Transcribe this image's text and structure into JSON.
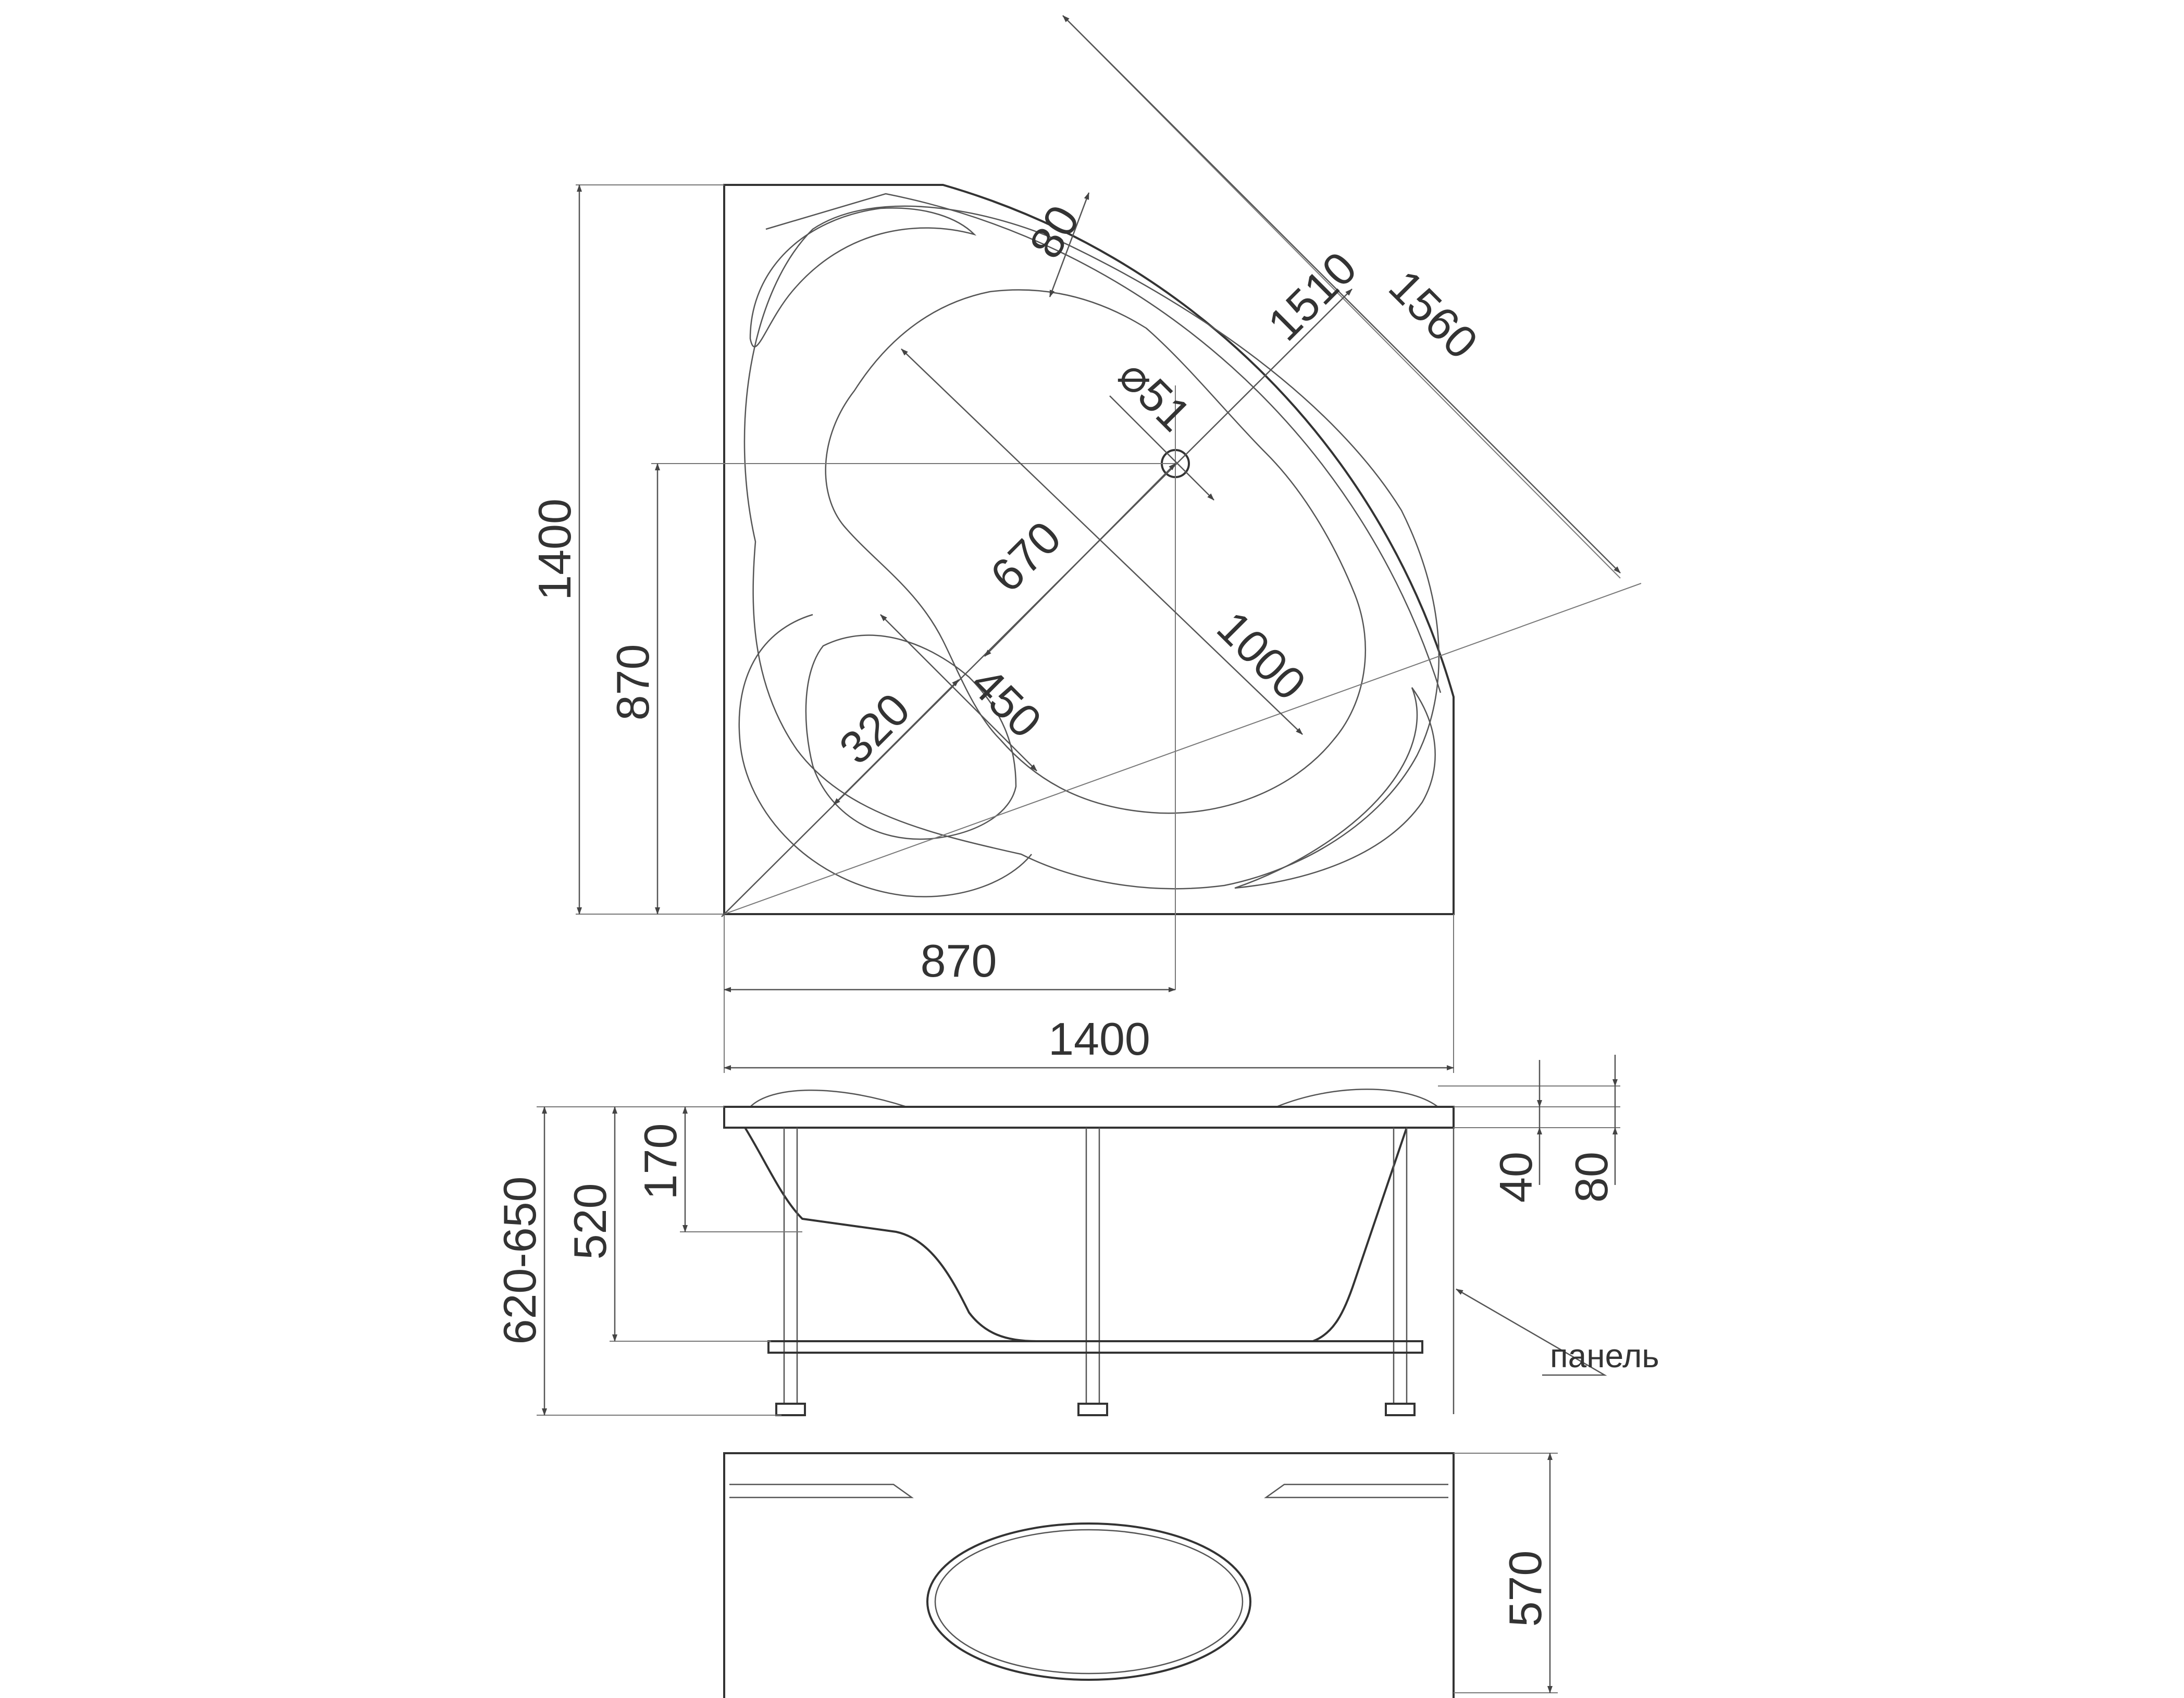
{
  "top_view": {
    "dims": {
      "total_height": "1400",
      "inner_height": "870",
      "inner_width": "870",
      "total_width": "1400",
      "rim_width": "80",
      "diag_inner": "1510",
      "diag_outer": "1560",
      "drain": "⌀51",
      "bowl_width": "670",
      "bowl_length": "1000",
      "seat_depth": "450",
      "seat_width": "320"
    }
  },
  "side_view": {
    "dims": {
      "total_height": "620-650",
      "bowl_height": "520",
      "seat_height": "170",
      "rim_40": "40",
      "rim_80": "80"
    },
    "panel_label": "панель"
  },
  "panel_view": {
    "dims": {
      "height": "570"
    }
  }
}
